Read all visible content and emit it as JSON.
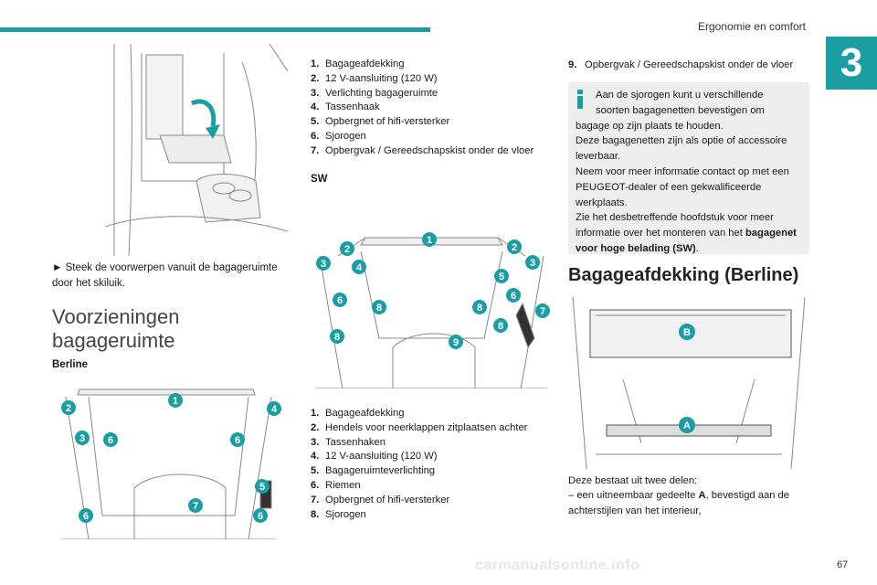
{
  "header": {
    "chapter_title": "Ergonomie en comfort",
    "chapter_number": "3"
  },
  "left": {
    "caption": "► Steek de voorwerpen vanuit de bagageruimte door het skiluik.",
    "section_heading": "Voorzieningen bagageruimte",
    "berline_label": "Berline",
    "berline_badges": [
      "1",
      "2",
      "3",
      "4",
      "5",
      "6",
      "6",
      "6",
      "6",
      "7"
    ]
  },
  "middle": {
    "list1": [
      {
        "n": "1.",
        "t": "Bagageafdekking"
      },
      {
        "n": "2.",
        "t": "12 V-aansluiting (120 W)"
      },
      {
        "n": "3.",
        "t": "Verlichting bagageruimte"
      },
      {
        "n": "4.",
        "t": "Tassenhaak"
      },
      {
        "n": "5.",
        "t": "Opbergnet of hifi-versterker"
      },
      {
        "n": "6.",
        "t": "Sjorogen"
      },
      {
        "n": "7.",
        "t": "Opbergvak / Gereedschapskist onder de vloer"
      }
    ],
    "sw_label": "SW",
    "sw_badges": [
      "1",
      "2",
      "2",
      "3",
      "3",
      "4",
      "5",
      "6",
      "6",
      "7",
      "8",
      "8",
      "8",
      "8",
      "9"
    ],
    "list2": [
      {
        "n": "1.",
        "t": "Bagageafdekking"
      },
      {
        "n": "2.",
        "t": "Hendels voor neerklappen zitplaatsen achter"
      },
      {
        "n": "3.",
        "t": "Tassenhaken"
      },
      {
        "n": "4.",
        "t": "12 V-aansluiting (120 W)"
      },
      {
        "n": "5.",
        "t": "Bagageruimteverlichting"
      },
      {
        "n": "6.",
        "t": "Riemen"
      },
      {
        "n": "7.",
        "t": "Opbergnet of hifi-versterker"
      },
      {
        "n": "8.",
        "t": "Sjorogen"
      }
    ]
  },
  "right": {
    "item9_num": "9.",
    "item9_text": "Opbergvak / Gereedschapskist onder de vloer",
    "info_l1": "Aan de sjorogen kunt u verschillende",
    "info_l2": "soorten bagagenetten bevestigen om",
    "info_l3": "bagage op zijn plaats te houden.",
    "info_l4": "Deze bagagenetten zijn als optie of accessoire leverbaar.",
    "info_l5": "Neem voor meer informatie contact op met een PEUGEOT-dealer of een gekwalificeerde werkplaats.",
    "info_l6_pre": "Zie het desbetreffende hoofdstuk voor meer informatie over het monteren van het ",
    "info_l6_bold": "bagagenet voor hoge belading (SW)",
    "info_l6_post": ".",
    "heading": "Bagageafdekking (Berline)",
    "badge_b": "B",
    "badge_a": "A",
    "body_l1": "Deze bestaat uit twee delen:",
    "body_l2_pre": "– een uitneembaar gedeelte ",
    "body_l2_bold": "A",
    "body_l2_post": ", bevestigd aan de achterstijlen van het interieur,"
  },
  "footer": {
    "page_number": "67",
    "watermark": "carmanualsonline.info"
  },
  "colors": {
    "accent": "#1b9ea3",
    "infobox_bg": "#eeeeee"
  }
}
